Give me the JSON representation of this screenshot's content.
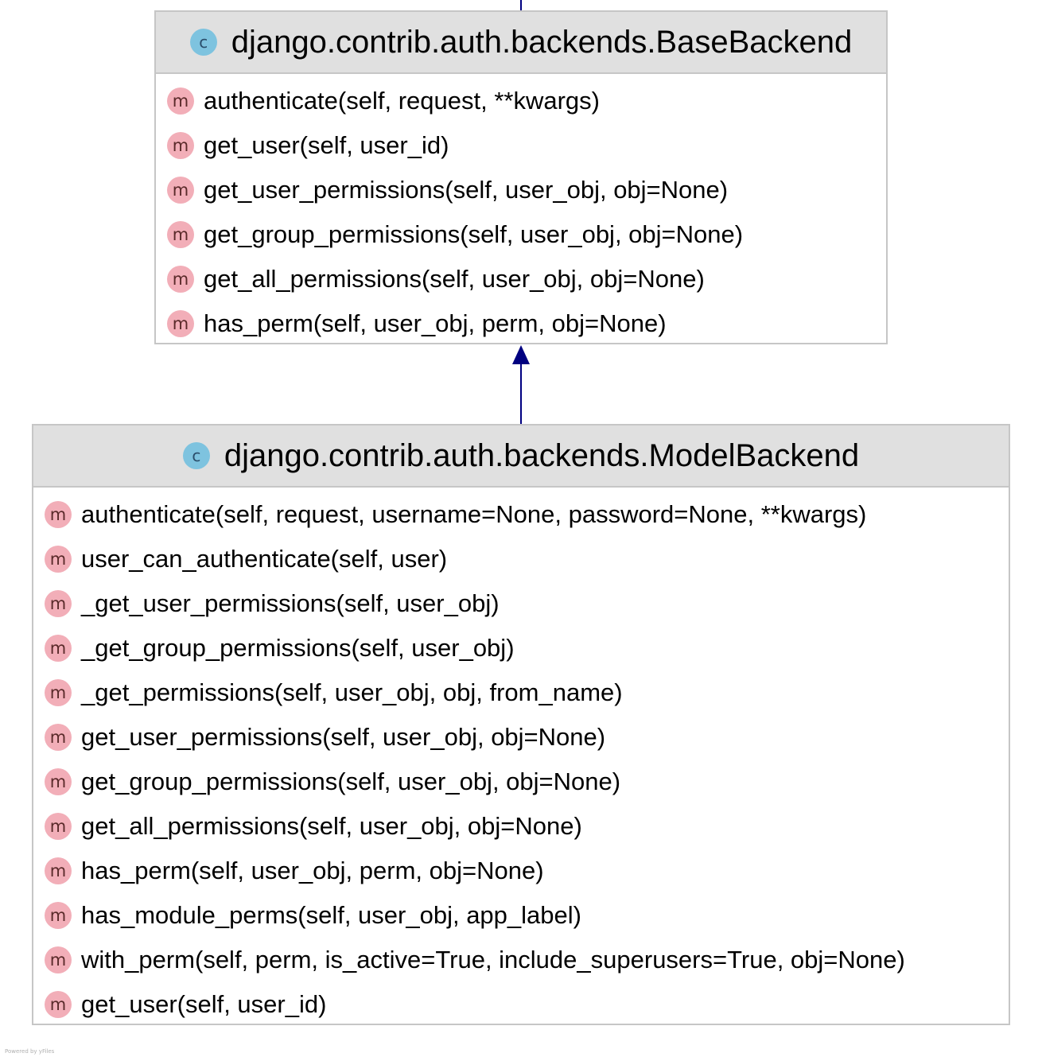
{
  "colors": {
    "class_icon": "#7ec3df",
    "method_icon": "#f2aeb8",
    "header_bg": "#e0e0e0",
    "border": "#c6c6c6",
    "edge": "#000080"
  },
  "icons": {
    "class": "c",
    "method": "m"
  },
  "base_class": {
    "name": "django.contrib.auth.backends.BaseBackend",
    "methods": [
      "authenticate(self, request, **kwargs)",
      "get_user(self, user_id)",
      "get_user_permissions(self, user_obj, obj=None)",
      "get_group_permissions(self, user_obj, obj=None)",
      "get_all_permissions(self, user_obj, obj=None)",
      "has_perm(self, user_obj, perm, obj=None)"
    ]
  },
  "model_class": {
    "name": "django.contrib.auth.backends.ModelBackend",
    "methods": [
      "authenticate(self, request, username=None, password=None, **kwargs)",
      "user_can_authenticate(self, user)",
      "_get_user_permissions(self, user_obj)",
      "_get_group_permissions(self, user_obj)",
      "_get_permissions(self, user_obj, obj, from_name)",
      "get_user_permissions(self, user_obj, obj=None)",
      "get_group_permissions(self, user_obj, obj=None)",
      "get_all_permissions(self, user_obj, obj=None)",
      "has_perm(self, user_obj, perm, obj=None)",
      "has_module_perms(self, user_obj, app_label)",
      "with_perm(self, perm, is_active=True, include_superusers=True, obj=None)",
      "get_user(self, user_id)"
    ]
  },
  "credit": "Powered by yFiles"
}
